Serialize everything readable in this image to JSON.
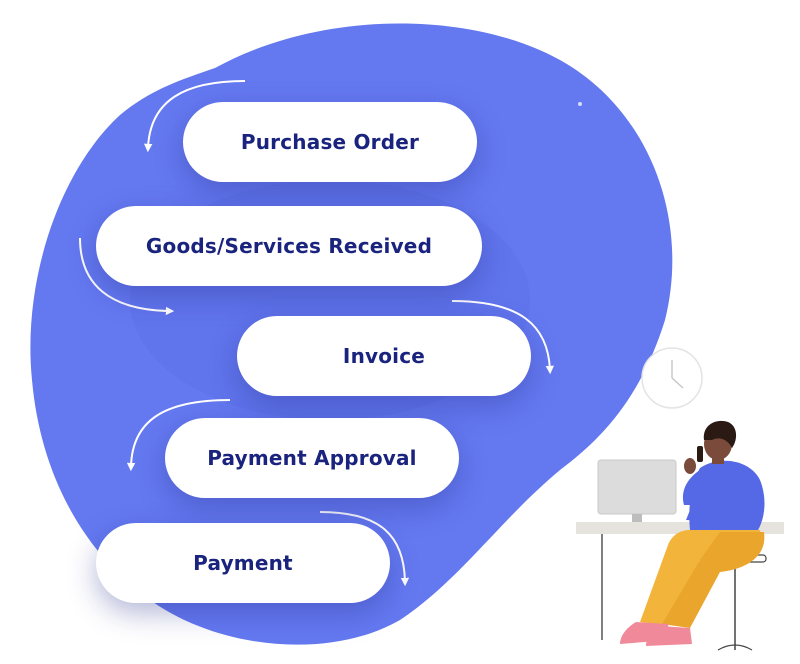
{
  "steps": [
    {
      "label": "Purchase Order"
    },
    {
      "label": "Goods/Services Received"
    },
    {
      "label": "Invoice"
    },
    {
      "label": "Payment Approval"
    },
    {
      "label": "Payment"
    }
  ],
  "colors": {
    "blob": "#6478f0",
    "pill_text": "#1a237e",
    "arrow": "#ffffff",
    "shirt": "#5568e6",
    "pants": "#f2b43a",
    "shoes": "#f08a9a",
    "skin": "#7a4a3a",
    "hair": "#2b1a14",
    "desk": "#e6e2de",
    "monitor": "#dcdcdc"
  },
  "icons": {
    "flow_arrow": "curved-arrow-icon",
    "clock": "clock-icon"
  }
}
